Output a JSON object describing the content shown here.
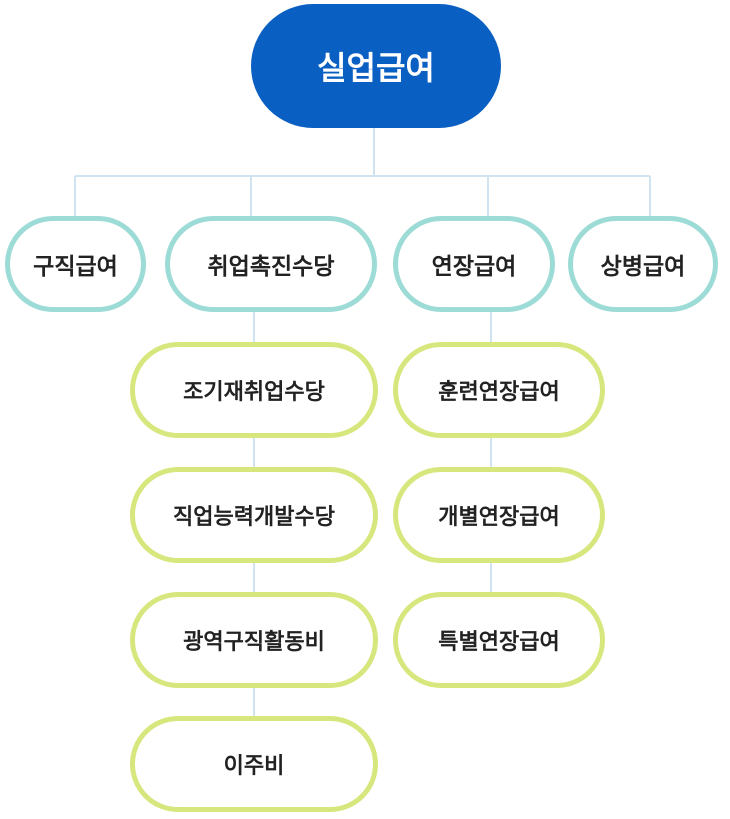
{
  "diagram": {
    "root": {
      "label": "실업급여"
    },
    "categories": [
      {
        "label": "구직급여",
        "children": []
      },
      {
        "label": "취업촉진수당",
        "children": [
          "조기재취업수당",
          "직업능력개발수당",
          "광역구직활동비",
          "이주비"
        ]
      },
      {
        "label": "연장급여",
        "children": [
          "훈련연장급여",
          "개별연장급여",
          "특별연장급여"
        ]
      },
      {
        "label": "상병급여",
        "children": []
      }
    ]
  },
  "colors": {
    "root_fill": "#0a5fc2",
    "category_border": "#9ddcd6",
    "subitem_border": "#d7e77e",
    "connector": "#cfe3f1"
  }
}
